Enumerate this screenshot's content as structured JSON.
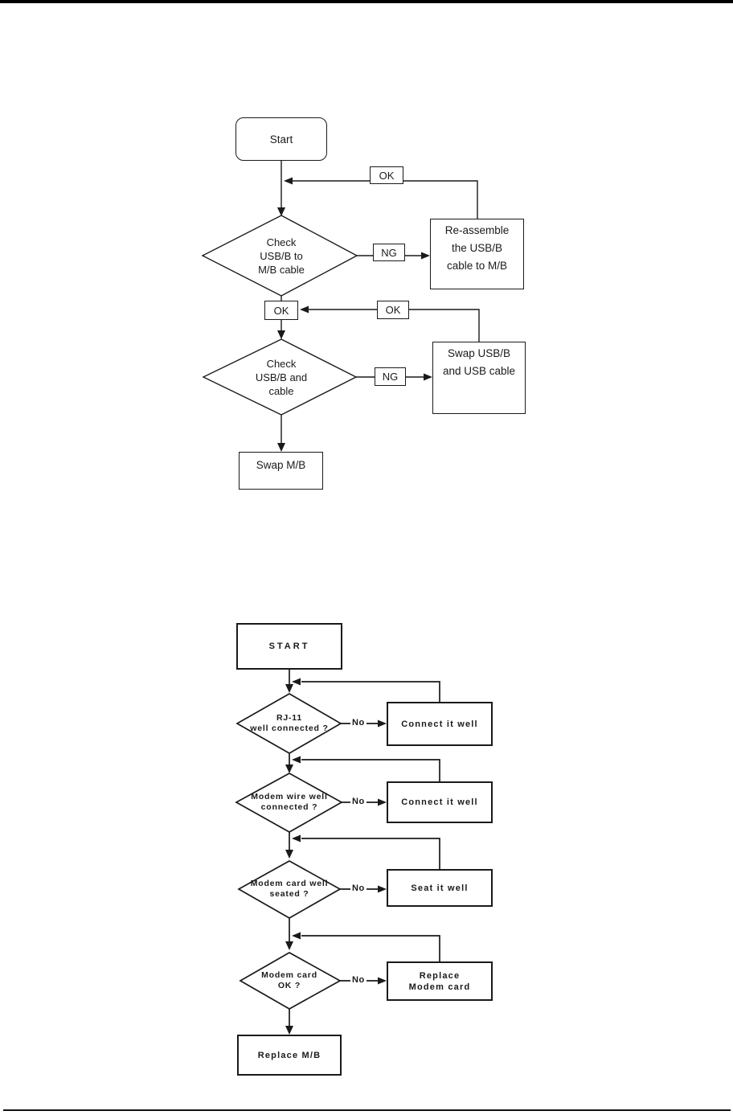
{
  "page": {
    "background": "#ffffff",
    "ink": "#1a1a1a",
    "top_bar_color": "#000000",
    "footer_rule_color": "#111111"
  },
  "usb_flowchart": {
    "start": "Start",
    "feedback1": "OK",
    "decision1": "Check\nUSB/B to\nM/B cable",
    "ng1": "NG",
    "action1": "Re-assemble\nthe USB/B\ncable to M/B",
    "junction": "OK",
    "feedback2": "OK",
    "decision2": "Check\nUSB/B and\ncable",
    "ng2": "NG",
    "action2": "Swap USB/B\nand USB cable",
    "end": "Swap M/B"
  },
  "modem_flowchart": {
    "start": "START",
    "decision1": "RJ-11\nwell connected ?",
    "no1": "No",
    "action1": "Connect it well",
    "decision2": "Modem wire well\nconnected ?",
    "no2": "No",
    "action2": "Connect it well",
    "decision3": "Modem card well\nseated ?",
    "no3": "No",
    "action3": "Seat it well",
    "decision4": "Modem card\nOK ?",
    "no4": "No",
    "action4": "Replace\nModem card",
    "end": "Replace M/B"
  }
}
